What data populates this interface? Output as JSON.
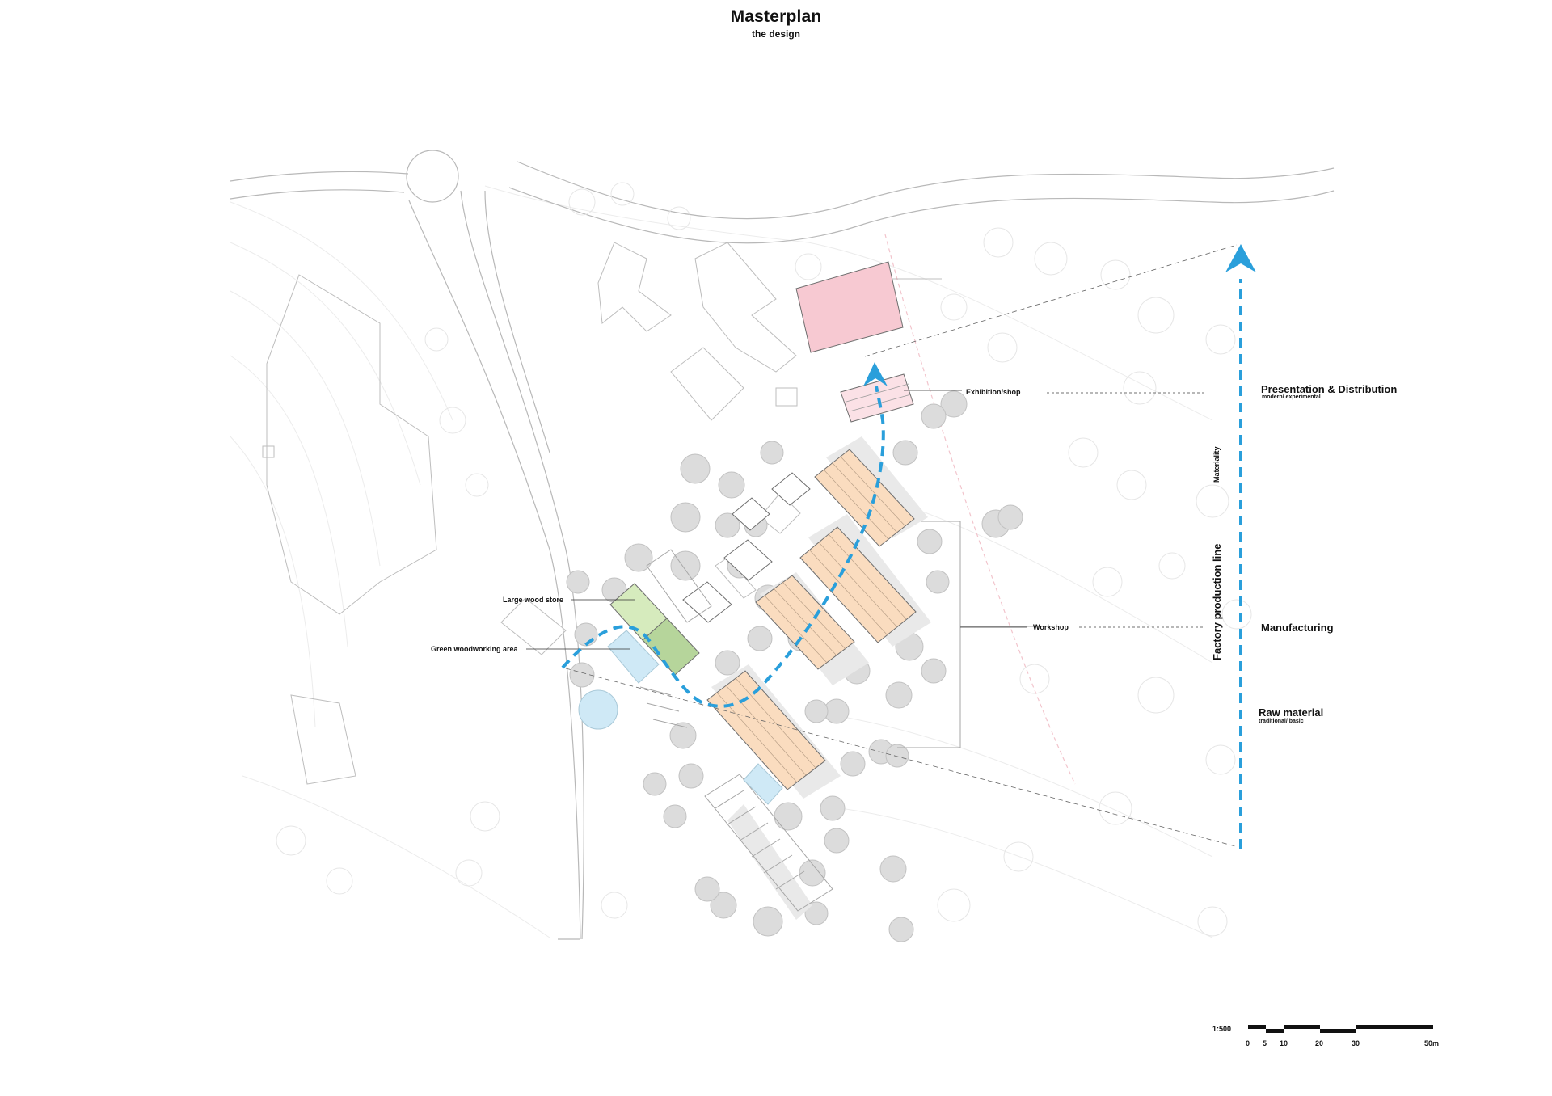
{
  "title": "Masterplan",
  "subtitle": "the design",
  "labels": {
    "exhibition": "Exhibition/shop",
    "workshop": "Workshop",
    "large_wood_store": "Large wood store",
    "green_woodworking": "Green woodworking area"
  },
  "axis": {
    "factory_line": "Factory production line",
    "materiality": "Materiality"
  },
  "phases": {
    "presentation": "Presentation & Distribution",
    "presentation_sub": "modern/ experimental",
    "manufacturing": "Manufacturing",
    "raw": "Raw material",
    "raw_sub": "traditional/ basic"
  },
  "scale": {
    "ratio": "1:500",
    "ticks": [
      "0",
      "5",
      "10",
      "20",
      "30",
      "50m"
    ]
  },
  "colors": {
    "flow": "#2a9fdb",
    "exhibition": "#f7c9d2",
    "workshop": "#fadcbf",
    "wood_store": "#d6ebbd",
    "green_area": "#b6d59b",
    "water": "#cfe9f6",
    "context_line": "#b8b8b8",
    "tree": "#dcdcdc"
  }
}
